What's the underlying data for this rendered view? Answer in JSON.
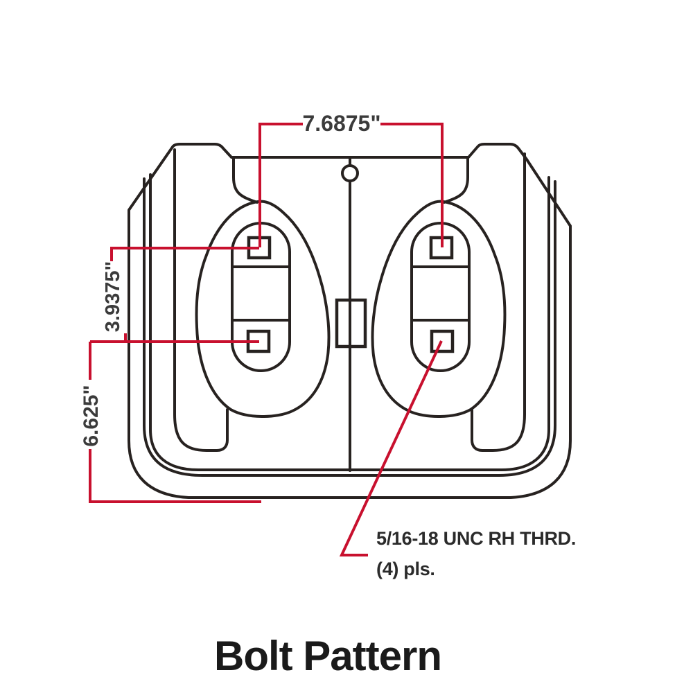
{
  "title": "Bolt Pattern",
  "dimensions": {
    "bolt_spacing_width": "7.6875\"",
    "bolt_spacing_depth": "3.9375\"",
    "mount_depth_overall": "6.625\""
  },
  "thread_callout": {
    "line1": "5/16-18 UNC RH THRD.",
    "line2": "(4) pls."
  },
  "colors": {
    "dimension_line": "#c8102e",
    "artwork_line": "#272220",
    "dimension_text": "#3b3b3b",
    "callout_text": "#2b2b2b",
    "title_text": "#1a1a1a",
    "background": "#ffffff"
  }
}
